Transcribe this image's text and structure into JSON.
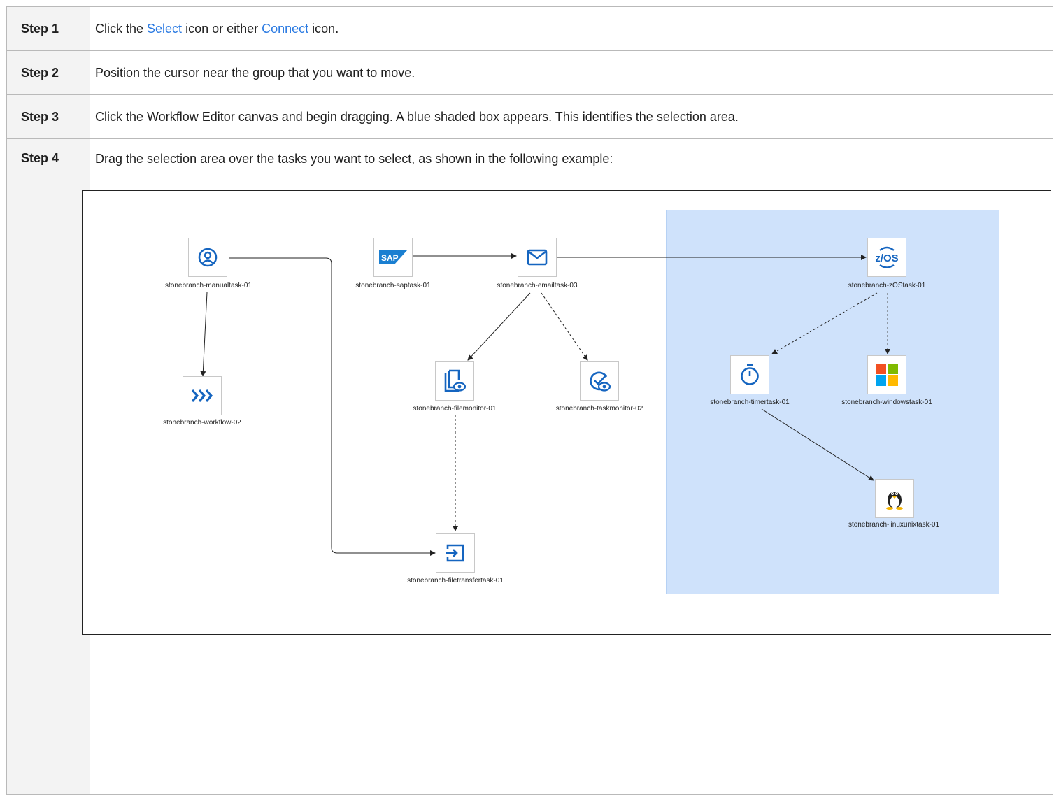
{
  "steps": [
    {
      "label": "Step 1",
      "text_before": "Click the ",
      "link1": "Select",
      "text_mid": " icon or either ",
      "link2": "Connect",
      "text_after": " icon."
    },
    {
      "label": "Step 2",
      "text": "Position the cursor near the group that you want to move."
    },
    {
      "label": "Step 3",
      "text": "Click the Workflow Editor canvas and begin dragging. A blue shaded box appears. This identifies the selection area."
    },
    {
      "label": "Step 4",
      "text": "Drag the selection area over the tasks you want to select, as shown in the following example:"
    }
  ],
  "diagram": {
    "nodes": [
      {
        "id": "manualtask",
        "label": "stonebranch-manualtask-01",
        "icon": "user-circle-icon"
      },
      {
        "id": "workflow",
        "label": "stonebranch-workflow-02",
        "icon": "workflow-chevrons-icon"
      },
      {
        "id": "saptask",
        "label": "stonebranch-saptask-01",
        "icon": "sap-logo-icon"
      },
      {
        "id": "emailtask",
        "label": "stonebranch-emailtask-03",
        "icon": "envelope-icon"
      },
      {
        "id": "filemonitor",
        "label": "stonebranch-filemonitor-01",
        "icon": "file-monitor-icon"
      },
      {
        "id": "taskmonitor",
        "label": "stonebranch-taskmonitor-02",
        "icon": "task-monitor-icon"
      },
      {
        "id": "filetransfer",
        "label": "stonebranch-filetransfertask-01",
        "icon": "file-transfer-icon"
      },
      {
        "id": "zostask",
        "label": "stonebranch-zOStask-01",
        "icon": "zos-icon",
        "icon_text": "z/OS"
      },
      {
        "id": "timertask",
        "label": "stonebranch-timertask-01",
        "icon": "stopwatch-icon"
      },
      {
        "id": "windowstask",
        "label": "stonebranch-windowstask-01",
        "icon": "windows-logo-icon"
      },
      {
        "id": "linuxtask",
        "label": "stonebranch-linuxunixtask-01",
        "icon": "linux-penguin-icon"
      }
    ],
    "colors": {
      "selection_fill": "#cfe2fb",
      "icon_blue": "#1565c0",
      "link": "#2a7ae2"
    }
  }
}
